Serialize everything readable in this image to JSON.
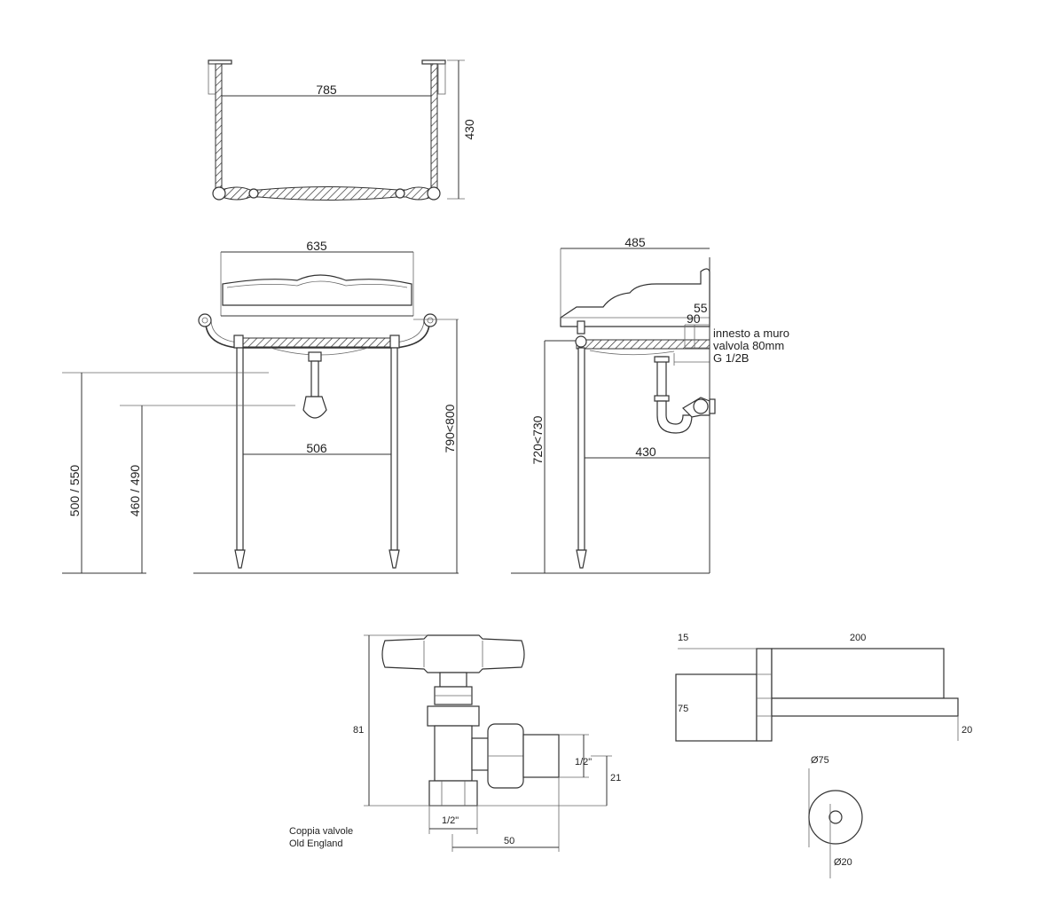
{
  "top_view": {
    "width_label": "785",
    "depth_label": "430"
  },
  "front_view": {
    "width_label": "635",
    "inner_width_label": "506",
    "height_label": "790<800",
    "waste_height_label": "500 / 550",
    "trap_height_label": "460 / 490"
  },
  "side_view": {
    "depth_label": "485",
    "inner_depth_label": "430",
    "height_label": "720<730",
    "dim_55": "55",
    "dim_90": "90",
    "note_lines": [
      "innesto a muro",
      "valvola 80mm",
      "G 1/2B"
    ]
  },
  "valve_view": {
    "height_label": "81",
    "thread_label_right": "1/2\"",
    "thread_label_bottom": "1/2\"",
    "offset_label": "21",
    "length_label": "50",
    "caption_lines": [
      "Coppia valvole",
      "Old England"
    ]
  },
  "wall_view": {
    "dim_15": "15",
    "dim_200": "200",
    "dim_75": "75",
    "dim_20": "20",
    "diameter_outer": "Ø75",
    "diameter_inner": "Ø20"
  }
}
